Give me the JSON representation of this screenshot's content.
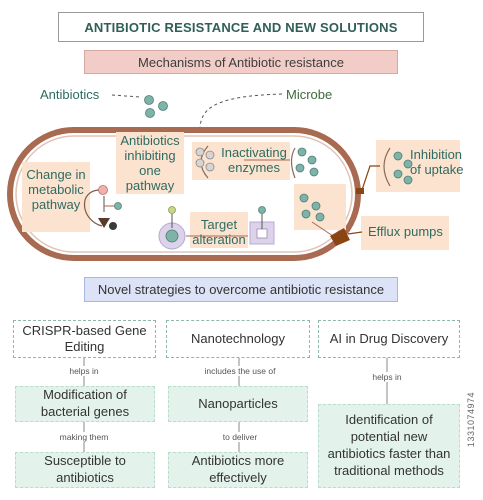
{
  "title": "ANTIBIOTIC RESISTANCE AND NEW SOLUTIONS",
  "mechanisms": {
    "heading": "Mechanisms of Antibiotic resistance",
    "antibiotics_label": "Antibiotics",
    "microbe_label": "Microbe",
    "labels": {
      "inhibiting_pathway": "Antibiotics inhibiting one pathway",
      "inactivating_enzymes": "Inactivating enzymes",
      "metabolic_pathway": "Change in metabolic pathway",
      "target_alteration": "Target alteration",
      "inhibition_uptake": "Inhibition of uptake",
      "efflux_pumps": "Efflux pumps"
    }
  },
  "strategies": {
    "heading": "Novel strategies to overcome antibiotic resistance",
    "columns": [
      {
        "title": "CRISPR-based Gene Editing",
        "connector1": "helps in",
        "middle": "Modification of bacterial genes",
        "connector2": "making them",
        "bottom": "Susceptible to antibiotics"
      },
      {
        "title": "Nanotechnology",
        "connector1": "includes the use of",
        "middle": "Nanoparticles",
        "connector2": "to deliver",
        "bottom": "Antibiotics more effectively"
      },
      {
        "title": "AI in Drug Discovery",
        "connector1": "helps in",
        "bottom": "Identification of potential new antibiotics faster than traditional methods"
      }
    ]
  },
  "credit": "1331074974",
  "colors": {
    "teal": "#2e6b62",
    "orange": "#c55a11",
    "pink_banner": "#f2cdc8",
    "blue_banner": "#dde3f6",
    "green_box": "#e3f3ec",
    "peach": "#fbe3cf",
    "dot": "#6ea89e"
  }
}
